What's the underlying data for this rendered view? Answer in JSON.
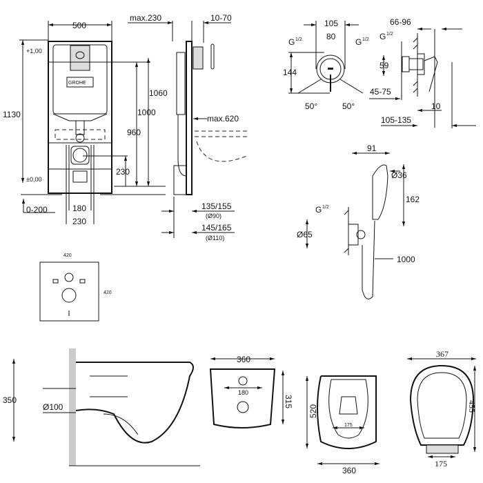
{
  "frame": {
    "width": "500",
    "max_depth": "max.230",
    "wall_gap": "10-70",
    "level_top": "+1,00",
    "height_total": "1130",
    "h1060": "1060",
    "h1000": "1000",
    "h960": "960",
    "max_reach": "max.620",
    "outlet_h": "230",
    "level_floor": "±0,00",
    "adjust": "0-200",
    "bolt_180": "180",
    "bolt_230": "230",
    "d90": "135/155",
    "d90_note": "(Ø90)",
    "d110": "145/165",
    "d110_note": "(Ø110)",
    "logo": "GROHE"
  },
  "mixer": {
    "w105": "105",
    "w80": "80",
    "thread_left": "G",
    "thread_right": "G",
    "thread_side": "G",
    "half": "1/2",
    "h144": "144",
    "angle_left": "50°",
    "angle_right": "50°",
    "depth_45_75": "45-75",
    "depth_66_96": "66-96",
    "h59": "59",
    "d10": "10",
    "depth_105_135": "105-135"
  },
  "spray": {
    "w91": "91",
    "d36": "Ø36",
    "h162": "162",
    "thread": "G",
    "half": "1/2",
    "d65": "Ø65",
    "hose": "1000"
  },
  "pad": {
    "width": "420",
    "height": "420"
  },
  "toilet_side": {
    "height": "350",
    "outlet": "Ø100"
  },
  "toilet_top": {
    "width": "360",
    "bolt": "180",
    "depth": "315"
  },
  "seat": {
    "length": "520",
    "hinge": "175",
    "width": "360"
  },
  "lid": {
    "width": "367",
    "length": "455",
    "hinge": "175"
  }
}
